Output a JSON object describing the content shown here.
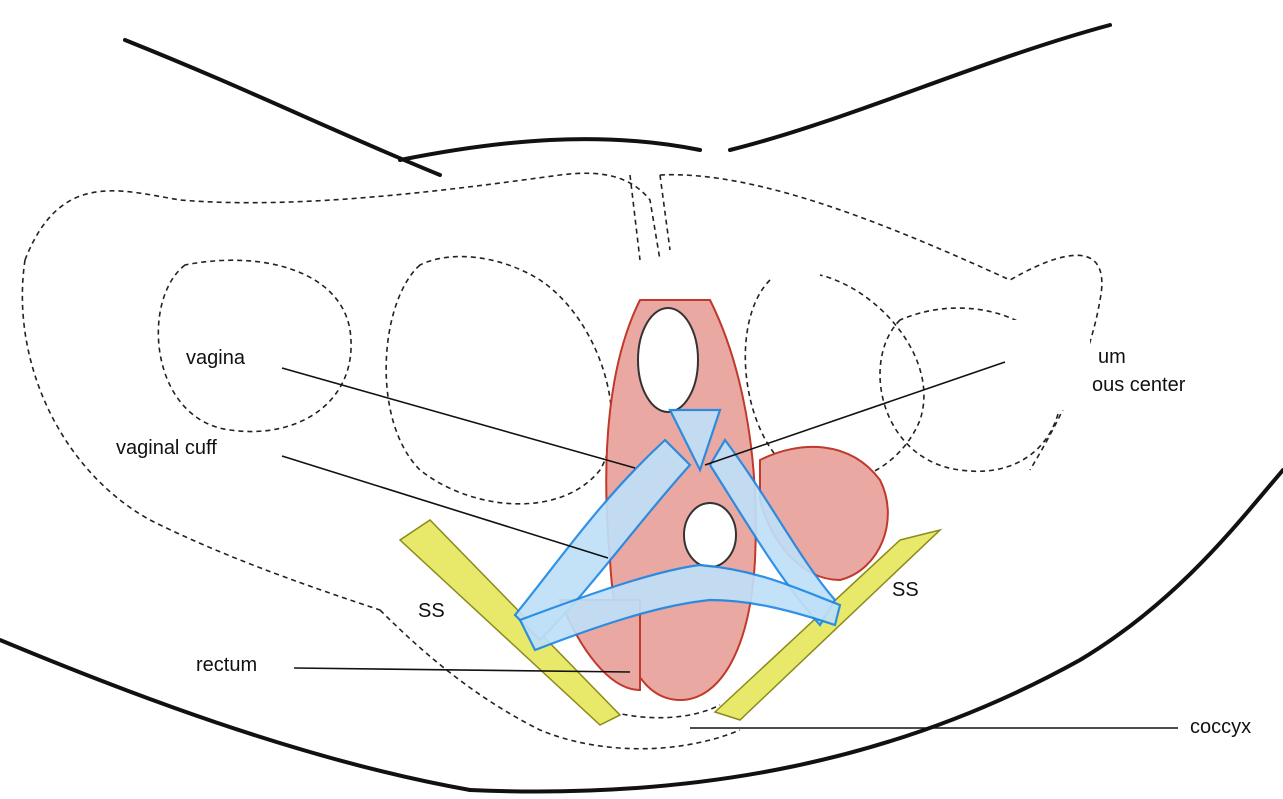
{
  "labels": {
    "vagina": "vagina",
    "vaginal_cuff": "vaginal cuff",
    "ss_left": "SS",
    "ss_right": "SS",
    "rectum": "rectum",
    "coccyx": "coccyx",
    "perineum_partial": "um",
    "tendinous_center_partial": "ous center"
  },
  "colors": {
    "mesh": "#1e88e5",
    "muscle": "#c0392b",
    "ligament": "#d4d43a",
    "outline": "#111111"
  }
}
